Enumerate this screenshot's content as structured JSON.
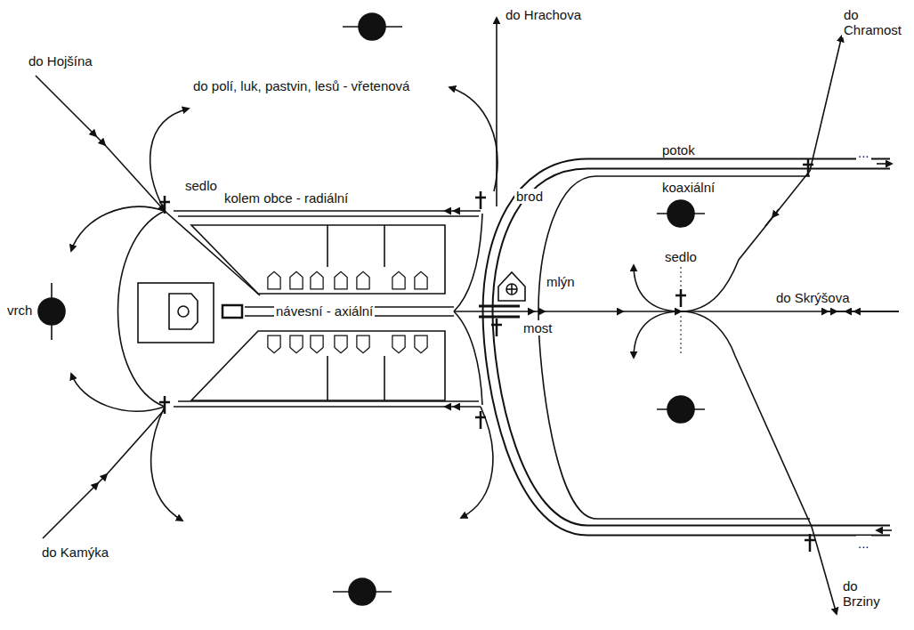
{
  "diagram": {
    "labels": [
      "do Hrachova",
      "do Chramost",
      "do Hojšína",
      "do polí, luk, pastvin, lesů - vřetenová",
      "sedlo",
      "kolem obce - radiální",
      "potok",
      "koaxiální",
      "brod",
      "mlýn",
      "vrch",
      "návesní - axiální",
      "most",
      "sedlo",
      "do Skrýšova",
      "...",
      "...",
      "do Kamýka",
      "do Brziny"
    ]
  }
}
